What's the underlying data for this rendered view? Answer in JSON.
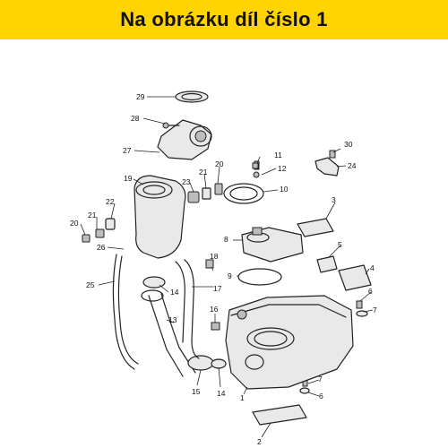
{
  "header": {
    "title": "Na obrázku díl číslo 1"
  },
  "colors": {
    "banner": "#ffd400",
    "text": "#111111",
    "line": "#222222"
  },
  "callouts": [
    "1",
    "2",
    "3",
    "4",
    "5",
    "6",
    "6",
    "7",
    "7",
    "8",
    "9",
    "10",
    "11",
    "12",
    "13",
    "14",
    "14",
    "15",
    "16",
    "17",
    "18",
    "19",
    "20",
    "20",
    "21",
    "21",
    "22",
    "23",
    "24",
    "25",
    "26",
    "27",
    "28",
    "29",
    "30"
  ]
}
